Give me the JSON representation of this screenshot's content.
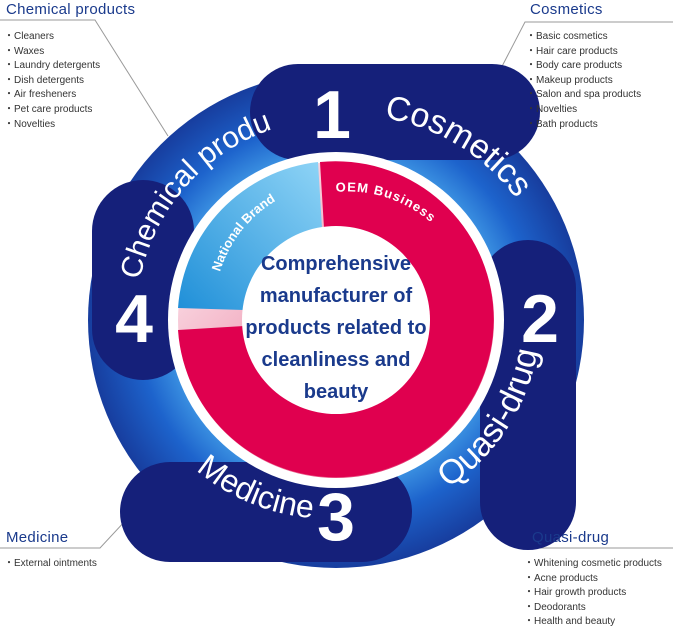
{
  "categories": {
    "chemical": {
      "label": "Chemical products",
      "ring_label": "Chemical products",
      "number": "4",
      "items": [
        "Cleaners",
        "Waxes",
        "Laundry detergents",
        "Dish detergents",
        "Air fresheners",
        "Pet care products",
        "Novelties"
      ]
    },
    "cosmetics": {
      "label": "Cosmetics",
      "ring_label": "Cosmetics",
      "number": "1",
      "items": [
        "Basic cosmetics",
        "Hair care products",
        "Body care products",
        "Makeup products",
        "Salon and spa products",
        "Novelties",
        "Bath products"
      ]
    },
    "medicine": {
      "label": "Medicine",
      "ring_label": "Medicine",
      "number": "3",
      "items": [
        "External ointments"
      ]
    },
    "quasi_drug": {
      "label": "Quasi-drug",
      "ring_label": "Quasi-drug",
      "number": "2",
      "items": [
        "Whitening cosmetic products",
        "Acne products",
        "Hair growth products",
        "Deodorants",
        "Health and beauty"
      ]
    }
  },
  "inner_ring": {
    "national_brand": "National Brand",
    "oem_business": "OEM Business"
  },
  "center_text": [
    "Comprehensive",
    "manufacturer of",
    "products related to",
    "cleanliness and",
    "beauty"
  ],
  "colors": {
    "ring_blue": "#1a5cc8",
    "ring_dark": "#15207a",
    "oem_red": "#e0004f",
    "national_blue": "#2a9fe0",
    "label_blue": "#1a3a8c"
  }
}
